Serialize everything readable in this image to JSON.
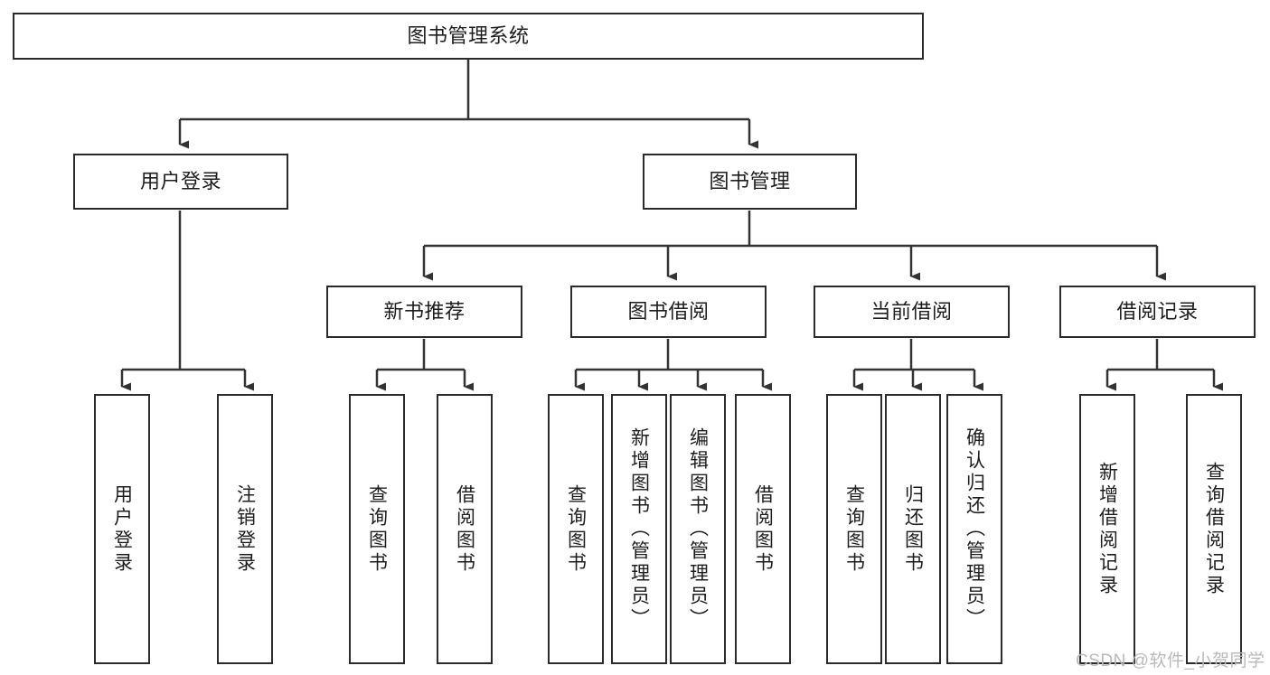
{
  "diagram": {
    "type": "tree-hierarchy",
    "title": "图书管理系统",
    "watermark": "CSDN @软件_小贺同学",
    "colors": {
      "box_border": "#2b2b2b",
      "box_fill": "#ffffff",
      "connector": "#333333",
      "text": "#1d1d1d",
      "watermark": "#b9b9b9"
    },
    "levels": {
      "root": {
        "label": "图书管理系统",
        "orientation": "horizontal"
      },
      "level2": [
        {
          "label": "用户登录",
          "orientation": "horizontal"
        },
        {
          "label": "图书管理",
          "orientation": "horizontal"
        }
      ],
      "level3": [
        {
          "label": "新书推荐",
          "orientation": "horizontal",
          "parent": "图书管理"
        },
        {
          "label": "图书借阅",
          "orientation": "horizontal",
          "parent": "图书管理"
        },
        {
          "label": "当前借阅",
          "orientation": "horizontal",
          "parent": "图书管理"
        },
        {
          "label": "借阅记录",
          "orientation": "horizontal",
          "parent": "图书管理"
        }
      ],
      "leaves": [
        {
          "label": "用户登录",
          "orientation": "vertical",
          "parent": "用户登录"
        },
        {
          "label": "注销登录",
          "orientation": "vertical",
          "parent": "用户登录"
        },
        {
          "label": "查询图书",
          "orientation": "vertical",
          "parent": "新书推荐"
        },
        {
          "label": "借阅图书",
          "orientation": "vertical",
          "parent": "新书推荐"
        },
        {
          "label": "查询图书",
          "orientation": "vertical",
          "parent": "图书借阅"
        },
        {
          "label": "新增图书（管理员）",
          "orientation": "vertical",
          "parent": "图书借阅"
        },
        {
          "label": "编辑图书（管理员）",
          "orientation": "vertical",
          "parent": "图书借阅"
        },
        {
          "label": "借阅图书",
          "orientation": "vertical",
          "parent": "图书借阅"
        },
        {
          "label": "查询图书",
          "orientation": "vertical",
          "parent": "当前借阅"
        },
        {
          "label": "归还图书",
          "orientation": "vertical",
          "parent": "当前借阅"
        },
        {
          "label": "确认归还（管理员）",
          "orientation": "vertical",
          "parent": "当前借阅"
        },
        {
          "label": "新增借阅记录",
          "orientation": "vertical",
          "parent": "借阅记录"
        },
        {
          "label": "查询借阅记录",
          "orientation": "vertical",
          "parent": "借阅记录"
        }
      ]
    }
  }
}
